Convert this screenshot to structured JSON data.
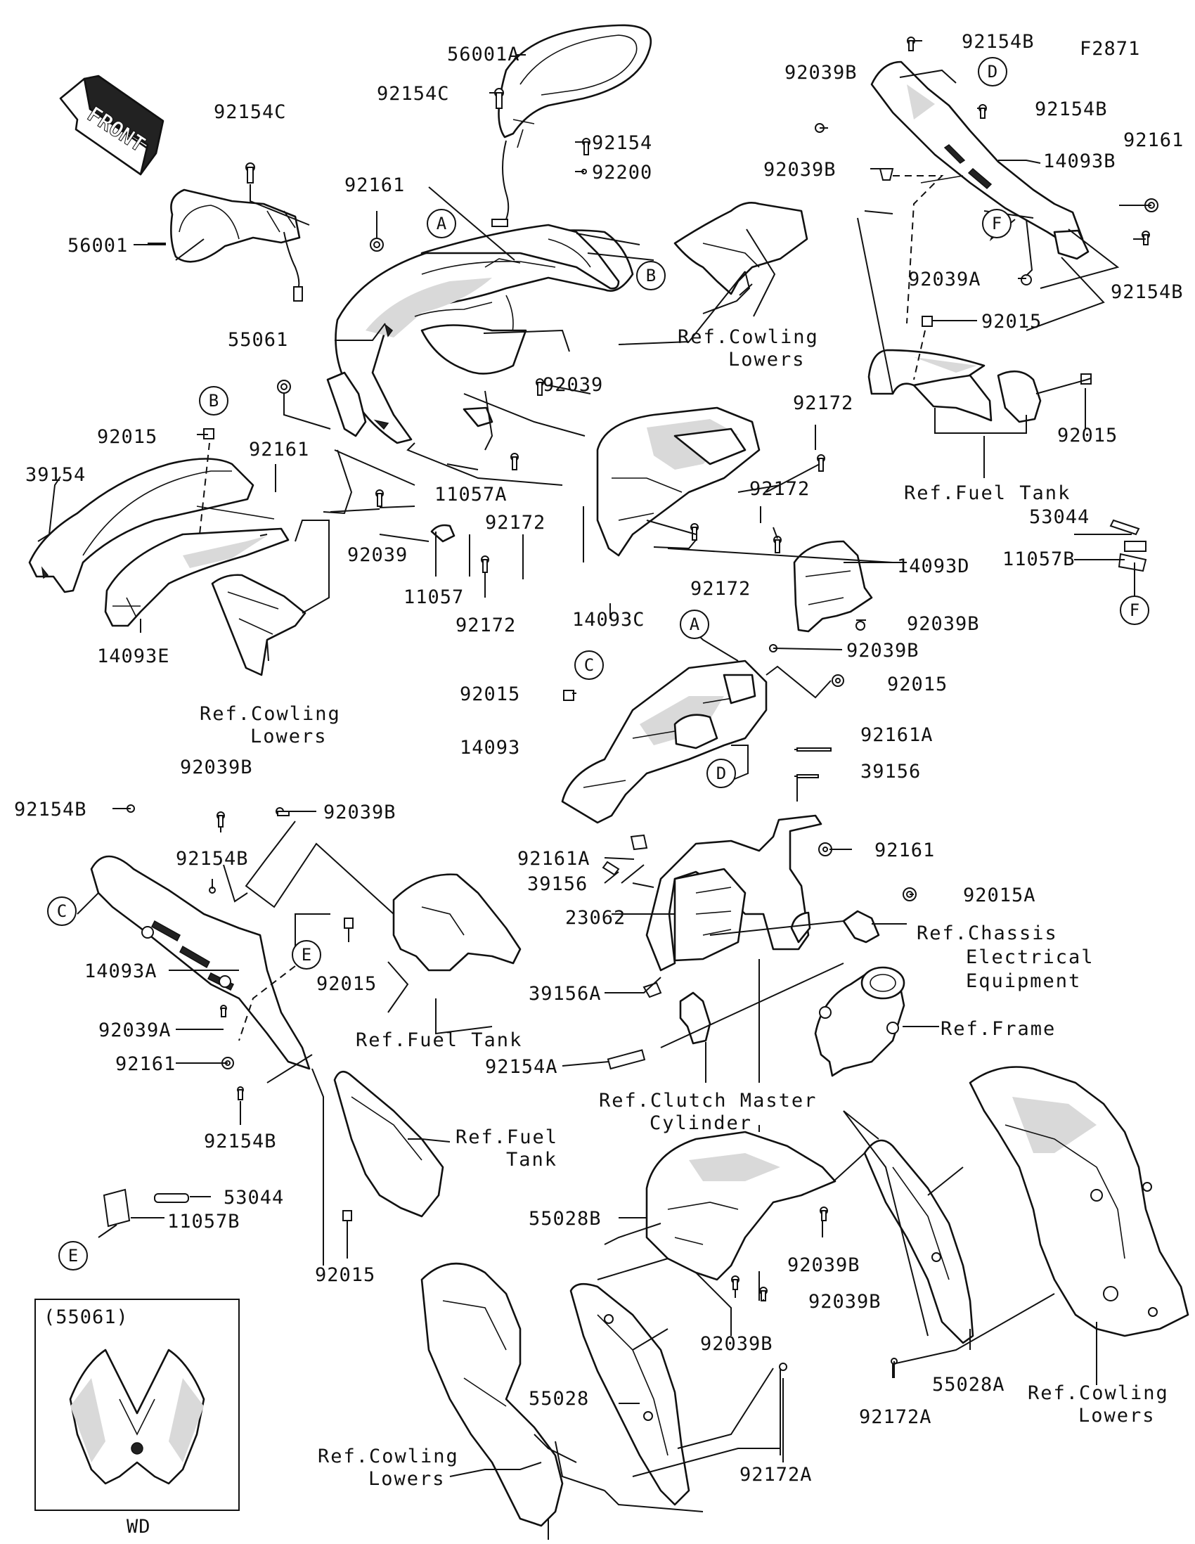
{
  "diagram": {
    "figure_code": "F2871",
    "front_arrow": "FRONT",
    "inset": {
      "title": "(55061)",
      "caption": "WD"
    },
    "callouts": [
      "A",
      "B",
      "C",
      "D",
      "E",
      "F"
    ],
    "labels": {
      "56001A": "56001A",
      "92154C_top": "92154C",
      "92154C_left": "92154C",
      "92154_top": "92154",
      "92200": "92200",
      "92161_top": "92161",
      "56001": "56001",
      "55061": "55061",
      "92039_mid": "92039",
      "92161_mid": "92161",
      "92015_b": "92015",
      "39154": "39154",
      "14093E": "14093E",
      "92039_low": "92039",
      "11057": "11057",
      "92172_a": "92172",
      "11057A": "11057A",
      "92172_b": "92172",
      "92172_c": "92172",
      "92172_d": "92172",
      "92172_e": "92172",
      "14093C": "14093C",
      "14093D": "14093D",
      "92039B_d1": "92039B",
      "92039B_d2": "92039B",
      "92154B_tr1": "92154B",
      "92039B_tr1": "92039B",
      "92154B_tr2": "92154B",
      "92161_tr": "92161",
      "92039B_tr2": "92039B",
      "14093B": "14093B",
      "92039A_tr": "92039A",
      "92154B_tr3": "92154B",
      "92015_tr": "92015",
      "92015_tr2": "92015",
      "53044_r": "53044",
      "11057B_r": "11057B",
      "92015_c": "92015",
      "14093": "14093",
      "92015_r": "92015",
      "92161A_r": "92161A",
      "39156_r": "39156",
      "92161_r": "92161",
      "92161A_l": "92161A",
      "39156_l": "39156",
      "23062": "23062",
      "92015A": "92015A",
      "39156A": "39156A",
      "92154A": "92154A",
      "92154B_l1": "92154B",
      "92039B_l1": "92039B",
      "92039B_l2": "92039B",
      "92154B_l2": "92154B",
      "14093A": "14093A",
      "92015_l": "92015",
      "92039A_l": "92039A",
      "92161_l": "92161",
      "92154B_l3": "92154B",
      "53044_l": "53044",
      "11057B_l": "11057B",
      "92015_l2": "92015",
      "55028B": "55028B",
      "92039B_b1": "92039B",
      "92039B_b2": "92039B",
      "92039B_b3": "92039B",
      "55028": "55028",
      "55028A": "55028A",
      "92172A_a": "92172A",
      "92172A_b": "92172A"
    },
    "refs": {
      "cowling_lowers_top": [
        "Ref.Cowling",
        "Lowers"
      ],
      "cowling_lowers_left": [
        "Ref.Cowling",
        "Lowers"
      ],
      "fuel_tank_tr": [
        "Ref.Fuel Tank"
      ],
      "fuel_tank_mid": [
        "Ref.Fuel Tank"
      ],
      "fuel_tank_low": [
        "Ref.Fuel",
        "Tank"
      ],
      "chassis": [
        "Ref.Chassis",
        "Electrical",
        "Equipment"
      ],
      "frame": [
        "Ref.Frame"
      ],
      "clutch": [
        "Ref.Clutch Master",
        "Cylinder"
      ],
      "cowling_lowers_br": [
        "Ref.Cowling",
        "Lowers"
      ],
      "cowling_lowers_bl": [
        "Ref.Cowling",
        "Lowers"
      ]
    }
  }
}
